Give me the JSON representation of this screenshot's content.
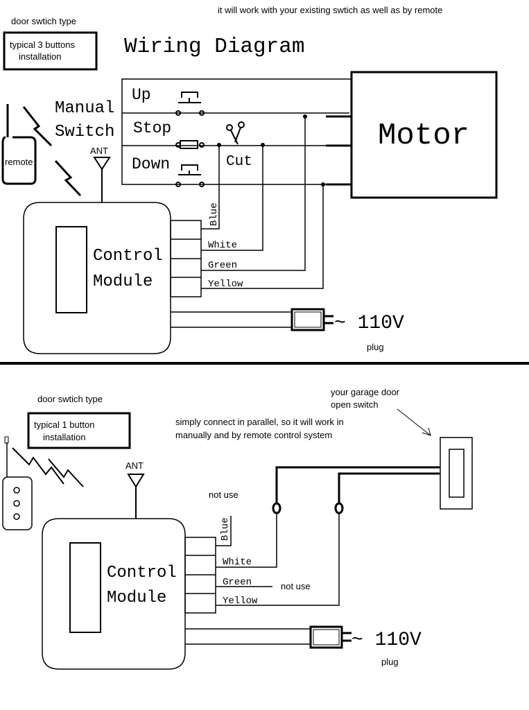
{
  "top": {
    "header_note": "it will work with your existing swtich as well as by remote",
    "type_label": "door swtich type",
    "type_box": [
      "typical 3 buttons",
      "installation"
    ],
    "title": "Wiring Diagram",
    "manual_switch": [
      "Manual",
      "Switch"
    ],
    "remote": "remote",
    "ant": "ANT",
    "buttons": {
      "up": "Up",
      "stop": "Stop",
      "down": "Down",
      "cut": "Cut"
    },
    "motor": "Motor",
    "control_module": [
      "Control",
      "Module"
    ],
    "wires": {
      "blue": "Blue",
      "white": "White",
      "green": "Green",
      "yellow": "Yellow"
    },
    "voltage": "~ 110V",
    "plug": "plug"
  },
  "bottom": {
    "type_label": "door swtich type",
    "type_box": [
      "typical 1 button",
      "installation"
    ],
    "garage_switch": [
      "your garage door",
      "open switch"
    ],
    "parallel_note": [
      "simply connect in parallel, so it will work in",
      "manually and by remote control system"
    ],
    "ant": "ANT",
    "not_use_top": "not use",
    "not_use_green": "not use",
    "control_module": [
      "Control",
      "Module"
    ],
    "wires": {
      "blue": "Blue",
      "white": "White",
      "green": "Green",
      "yellow": "Yellow"
    },
    "voltage": "~ 110V",
    "plug": "plug"
  },
  "colors": {
    "ink": "#000000",
    "background": "#ffffff"
  }
}
